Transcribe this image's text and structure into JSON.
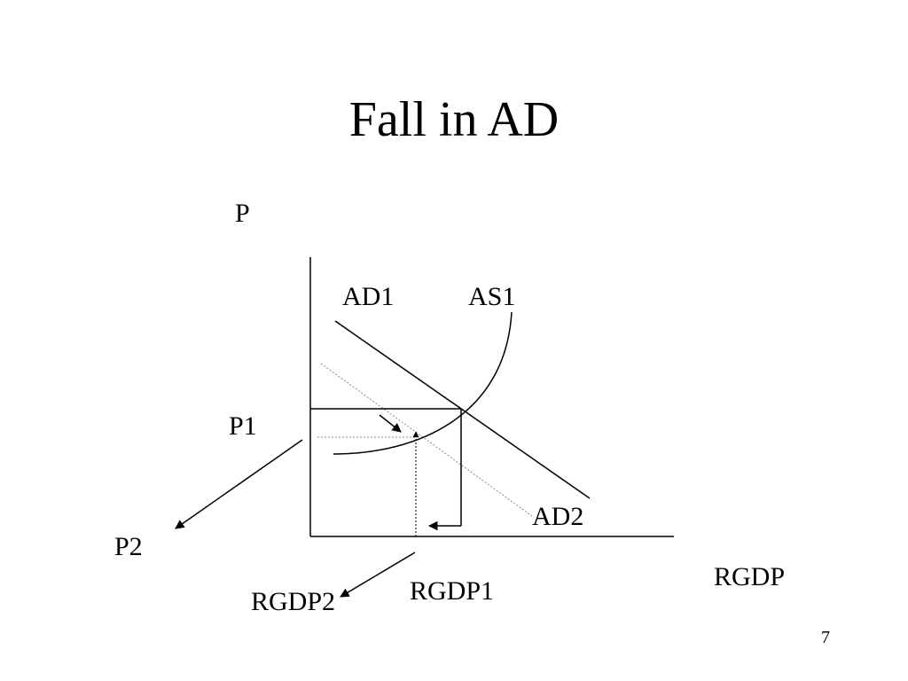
{
  "slide": {
    "title": "Fall in AD",
    "number": "7"
  },
  "diagram": {
    "y_axis_label": "P",
    "x_axis_label": "RGDP",
    "curves": {
      "ad1": "AD1",
      "as1": "AS1",
      "ad2": "AD2"
    },
    "price_levels": {
      "p1": "P1",
      "p2": "P2"
    },
    "output_levels": {
      "rgdp1": "RGDP1",
      "rgdp2": "RGDP2"
    }
  }
}
